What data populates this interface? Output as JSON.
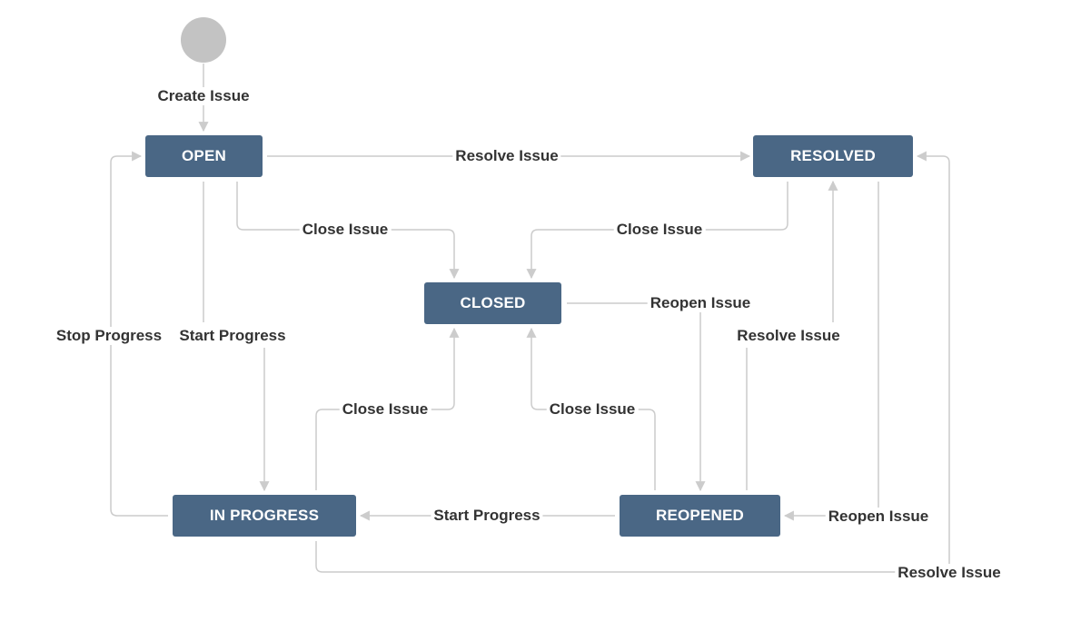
{
  "states": {
    "open": "OPEN",
    "resolved": "RESOLVED",
    "closed": "CLOSED",
    "in_progress": "IN PROGRESS",
    "reopened": "REOPENED"
  },
  "transitions": {
    "create_issue": "Create Issue",
    "resolve_open_to_resolved": "Resolve Issue",
    "close_open_to_closed": "Close Issue",
    "close_resolved_to_closed": "Close Issue",
    "reopen_closed_to_reopened": "Reopen Issue",
    "stop_progress": "Stop Progress",
    "start_progress_open": "Start Progress",
    "resolve_reopened_to_resolved": "Resolve Issue",
    "close_inprogress_to_closed": "Close Issue",
    "close_reopened_to_closed": "Close Issue",
    "start_progress_reopened": "Start Progress",
    "reopen_resolved_to_reopened": "Reopen Issue",
    "resolve_inprogress_to_resolved": "Resolve Issue"
  },
  "colors": {
    "state_fill": "#4a6785",
    "state_text": "#ffffff",
    "start_node": "#c3c3c3",
    "connector": "#cccccc",
    "label_text": "#333333"
  }
}
